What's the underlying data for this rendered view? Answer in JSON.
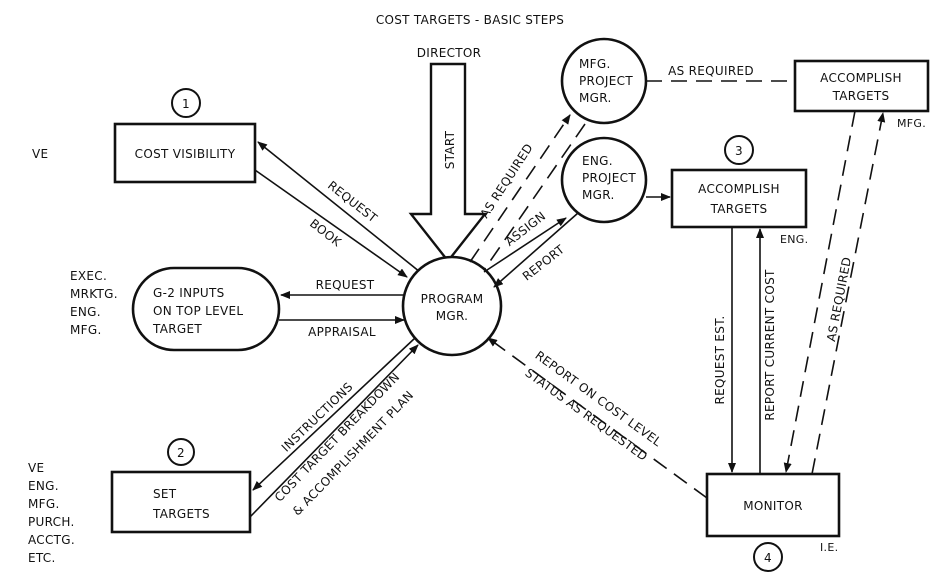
{
  "title": "COST TARGETS - BASIC STEPS",
  "director": "DIRECTOR",
  "start_label": "START",
  "nodes": {
    "cost_visibility": {
      "step": "1",
      "label": "COST VISIBILITY",
      "dept": [
        "VE"
      ]
    },
    "g2_inputs": {
      "lines": [
        "G-2 INPUTS",
        "ON TOP LEVEL",
        "TARGET"
      ],
      "dept": [
        "EXEC.",
        "MRKTG.",
        "ENG.",
        "MFG."
      ]
    },
    "set_targets": {
      "step": "2",
      "lines": [
        "SET",
        "TARGETS"
      ],
      "dept": [
        "VE",
        "ENG.",
        "MFG.",
        "PURCH.",
        "ACCTG.",
        "ETC."
      ]
    },
    "program_mgr": {
      "lines": [
        "PROGRAM",
        "MGR."
      ]
    },
    "mfg_project_mgr": {
      "lines": [
        "MFG.",
        "PROJECT",
        "MGR."
      ]
    },
    "eng_project_mgr": {
      "lines": [
        "ENG.",
        "PROJECT",
        "MGR."
      ]
    },
    "accomplish_mfg": {
      "lines": [
        "ACCOMPLISH",
        "TARGETS"
      ],
      "dept": "MFG."
    },
    "accomplish_eng": {
      "step": "3",
      "lines": [
        "ACCOMPLISH",
        "TARGETS"
      ],
      "dept": "ENG."
    },
    "monitor": {
      "step": "4",
      "label": "MONITOR",
      "dept": "I.E."
    }
  },
  "edges": {
    "request_cv": "REQUEST",
    "book": "BOOK",
    "request_g2": "REQUEST",
    "appraisal": "APPRAISAL",
    "instructions": "INSTRUCTIONS",
    "breakdown_1": "COST TARGET BREAKDOWN",
    "breakdown_2": "& ACCOMPLISHMENT PLAN",
    "as_required_mfg": "AS REQUIRED",
    "assign": "ASSIGN",
    "report": "REPORT",
    "as_required_top": "AS REQUIRED",
    "request_est": "REQUEST EST.",
    "report_current_cost": "REPORT CURRENT COST",
    "as_required_right": "AS REQUIRED",
    "report_cost_1": "REPORT ON COST LEVEL",
    "report_cost_2": "STATUS AS REQUESTED"
  }
}
